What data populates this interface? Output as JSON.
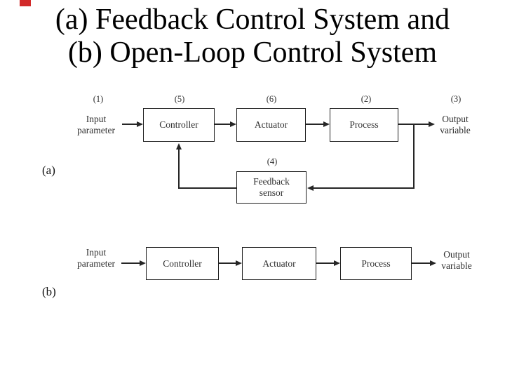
{
  "slide": {
    "background": "#ffffff",
    "marker_color": "#d22a2a",
    "title_line1": "(a) Feedback Control System and",
    "title_line2": "(b) Open-Loop Control System"
  },
  "diagram_a": {
    "caption": "(a)",
    "num_input": "(1)",
    "num_controller": "(5)",
    "num_actuator": "(6)",
    "num_process": "(2)",
    "num_output": "(3)",
    "num_feedback": "(4)",
    "input_line1": "Input",
    "input_line2": "parameter",
    "controller": "Controller",
    "actuator": "Actuator",
    "process": "Process",
    "feedback_line1": "Feedback",
    "feedback_line2": "sensor",
    "output_line1": "Output",
    "output_line2": "variable"
  },
  "diagram_b": {
    "caption": "(b)",
    "input_line1": "Input",
    "input_line2": "parameter",
    "controller": "Controller",
    "actuator": "Actuator",
    "process": "Process",
    "output_line1": "Output",
    "output_line2": "variable"
  }
}
